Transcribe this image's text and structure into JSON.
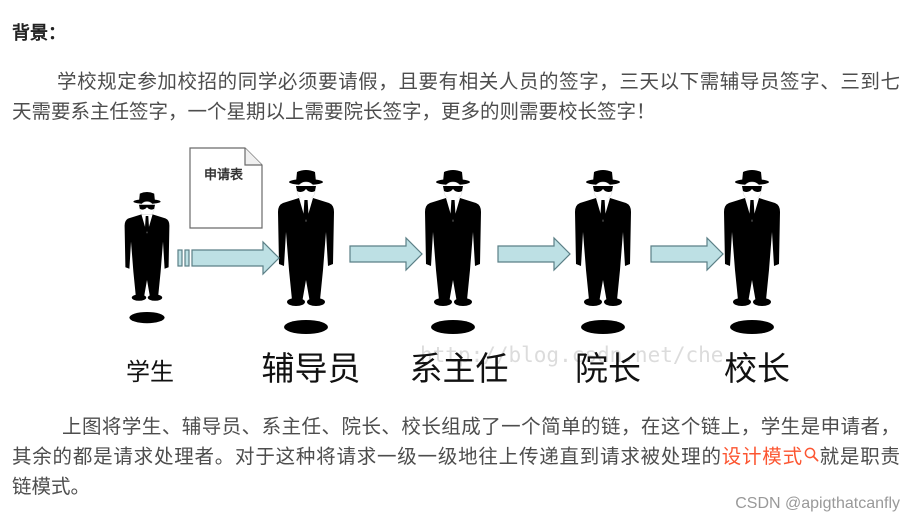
{
  "heading": "背景：",
  "intro": {
    "lines": [
      "学校规定参加校招的同学必须要请假，且要有相关人员的签字，三天以下需辅导员签字、三到七",
      "天需要系主任签字，一个星期以上需要院长签字，更多的则需要校长签字！"
    ]
  },
  "figure": {
    "form_label": "申请表",
    "nodes": [
      {
        "label": "学生"
      },
      {
        "label": "辅导员"
      },
      {
        "label": "系主任"
      },
      {
        "label": "院长"
      },
      {
        "label": "校长"
      }
    ],
    "watermark": "http://blog.csdn.net/che"
  },
  "summary": {
    "line1": "上图将学生、辅导员、系主任、院长、校长组成了一个简单的链，在这个链上，学生是申请者，",
    "line2_before": "其余的都是请求处理者。对于这种将请求一级一级地往上传递直到请求被处理的",
    "link": "设计模式",
    "link_icon": "search-icon",
    "line2_after": "就是职责",
    "line3": "链模式。"
  },
  "footer_watermark": "CSDN @apigthatcanfly",
  "colors": {
    "text": "#4d4d4d",
    "heading": "#222222",
    "link": "#fc5531",
    "arrow_fill": "#bde0e4",
    "arrow_stroke": "#5b7f86",
    "watermark": "#999999"
  }
}
